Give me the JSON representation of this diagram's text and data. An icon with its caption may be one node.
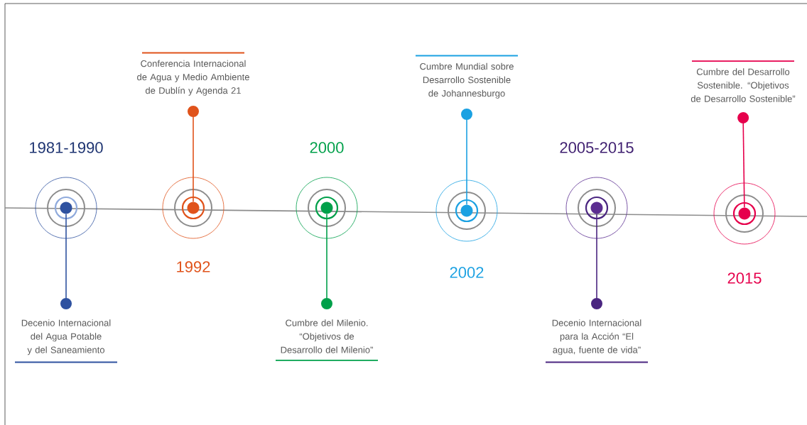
{
  "diagram": {
    "nodes": [
      {
        "text": [],
        "shape": "circle",
        "beside": [
          "1981-1990"
        ]
      },
      {
        "text": [],
        "shape": "circle",
        "beside": [
          "1992"
        ]
      },
      {
        "text": [],
        "shape": "circle",
        "beside": [
          "2000"
        ]
      },
      {
        "text": [],
        "shape": "circle",
        "beside": [
          "2002"
        ]
      },
      {
        "text": [],
        "shape": "circle",
        "beside": [
          "2005-2015"
        ]
      },
      {
        "text": [],
        "shape": "circle",
        "beside": [
          "2015"
        ]
      },
      {
        "text": [
          "Decenio Internacional del Agua Potable y del Saneamiento"
        ]
      },
      {
        "text": [
          "Conferencia Internacional de Agua y Medio Ambiente de Dublín y Agenda 21"
        ]
      },
      {
        "text": [
          "Cumbre del Milenio. “Objetivos de Desarrollo del Milenio”"
        ]
      },
      {
        "text": [
          "Cumbre Mundial sobre Desarrollo Sostenible de Johannesburgo"
        ]
      },
      {
        "text": [
          "Decenio Internacional para la Acción “El agua, fuente de vida”"
        ]
      },
      {
        "text": [
          "Cumbre del Desarrollo Sostenible. “Objetivos de Desarrollo Sostenible”"
        ]
      }
    ],
    "edges": [
      {
        "from": 0,
        "to": 6,
        "arrow": "other",
        "color": "#2f52a0"
      },
      {
        "from": 1,
        "to": 7,
        "arrow": "other",
        "color": "#e0531b"
      },
      {
        "from": 2,
        "to": 8,
        "arrow": "other",
        "color": "#00a04a"
      },
      {
        "from": 3,
        "to": 9,
        "arrow": "other",
        "color": "#1ba1e2"
      },
      {
        "from": 4,
        "to": 10,
        "arrow": "other",
        "color": "#4a2580"
      },
      {
        "from": 5,
        "to": 11,
        "arrow": "other",
        "color": "#e6004c"
      }
    ]
  }
}
